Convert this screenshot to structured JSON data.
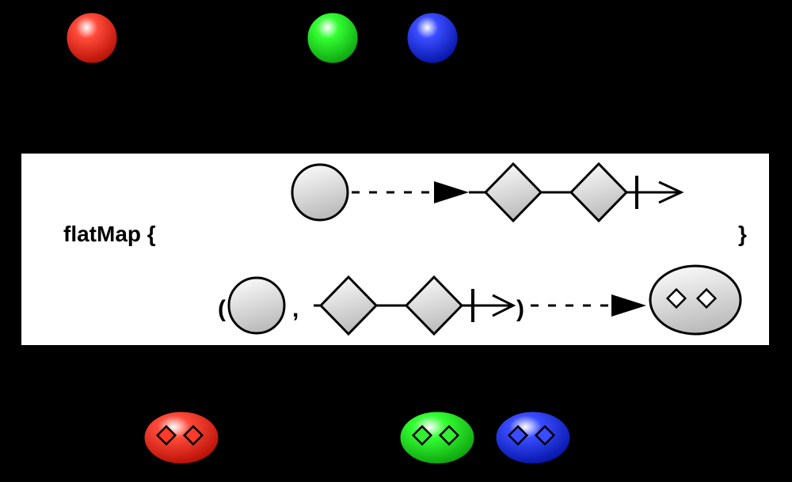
{
  "operator": {
    "label": "flatMap {",
    "closing_brace": "}",
    "open_paren": "(",
    "comma": ",",
    "close_paren": ")"
  },
  "colors": {
    "background": "#000000",
    "panel": "#ffffff",
    "red": "#ff2a1a",
    "green": "#22ee22",
    "blue": "#2a3cff",
    "neutral": "#dcdcdc"
  },
  "input_marbles": [
    "red",
    "green",
    "blue"
  ],
  "output_marbles": [
    "red",
    "green",
    "blue"
  ]
}
